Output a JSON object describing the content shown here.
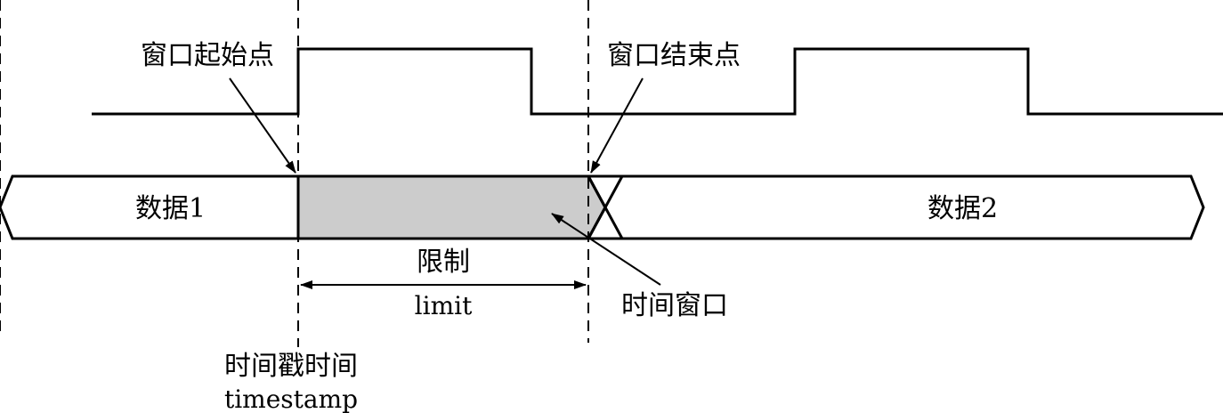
{
  "labels": {
    "window_start": "窗口起始点",
    "window_end": "窗口结束点",
    "data1": "数据1",
    "data2": "数据2",
    "limit_zh": "限制",
    "limit_en": "limit",
    "time_window": "时间窗口",
    "timestamp_zh": "时间戳时间",
    "timestamp_en": "timestamp"
  },
  "colors": {
    "line": "#000000",
    "window_fill": "#cccccc",
    "background": "#ffffff"
  }
}
